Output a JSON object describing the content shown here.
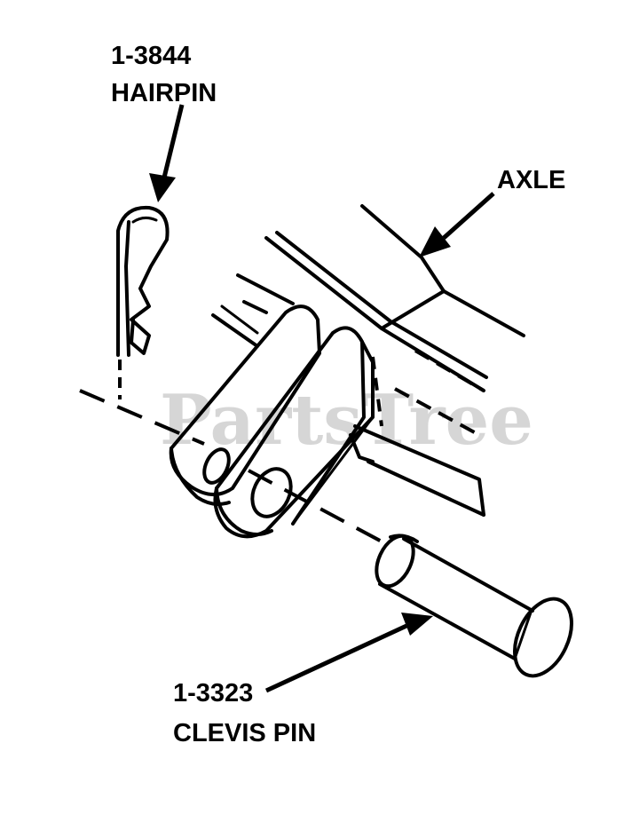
{
  "diagram": {
    "watermark": "PartsTree",
    "parts": [
      {
        "id": "hairpin",
        "part_number": "1-3844",
        "name": "HAIRPIN"
      },
      {
        "id": "axle",
        "name": "AXLE"
      },
      {
        "id": "clevis-pin",
        "part_number": "1-3323",
        "name": "CLEVIS PIN"
      }
    ],
    "colors": {
      "ink": "#000000",
      "watermark": "#d6d6d6",
      "background": "#ffffff"
    }
  }
}
